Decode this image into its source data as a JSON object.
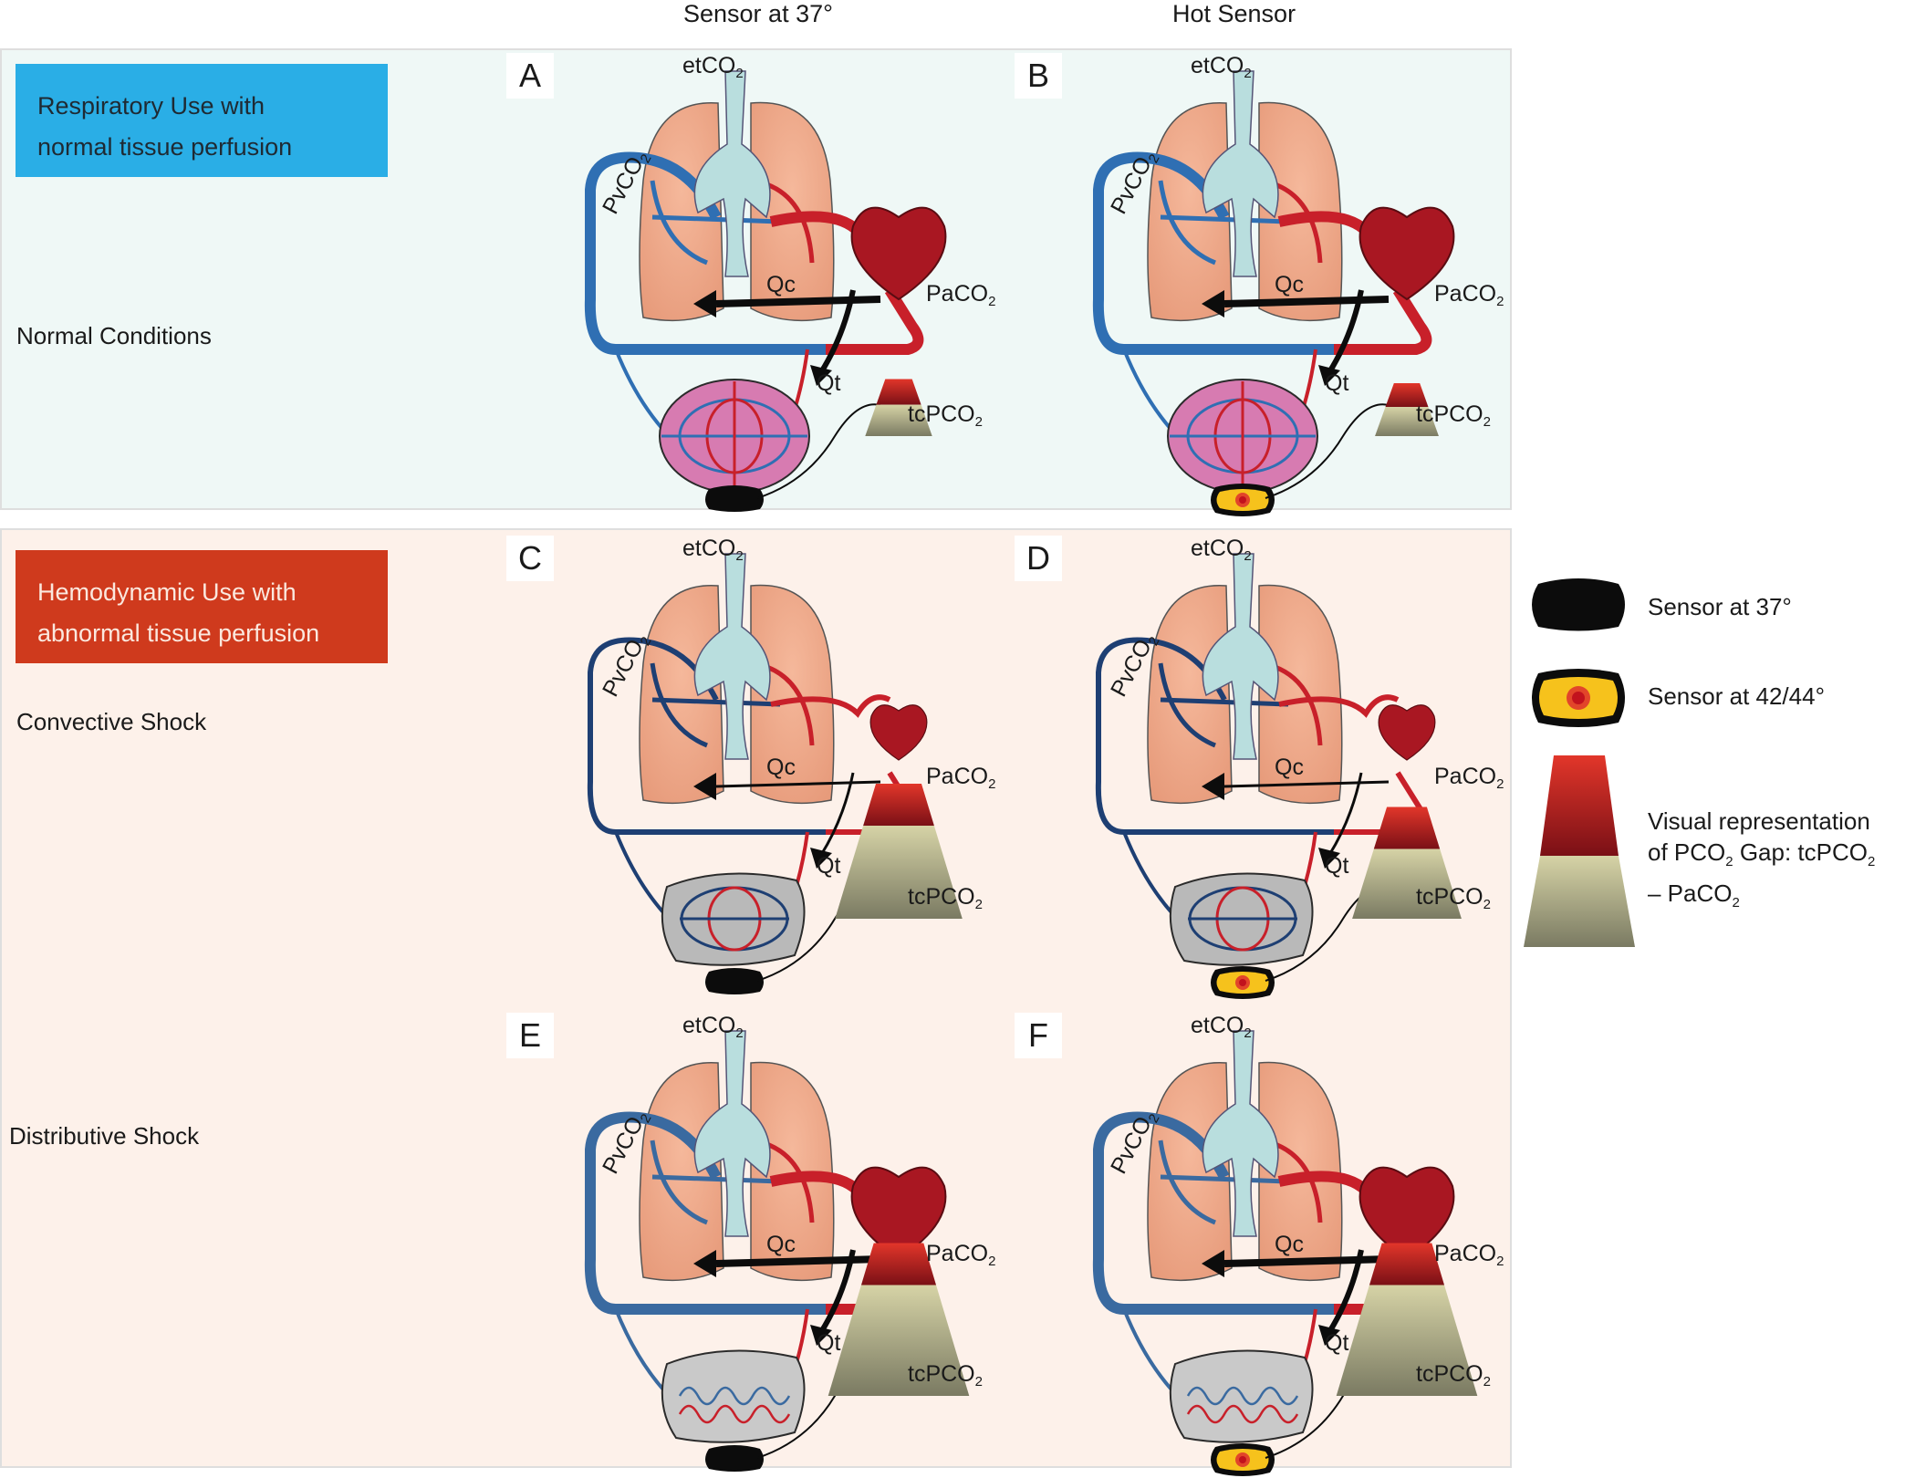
{
  "column_titles": {
    "left": "Sensor at 37°",
    "right": "Hot Sensor"
  },
  "sections": {
    "top": {
      "tag_line1": "Respiratory Use with",
      "tag_line2": "normal tissue perfusion",
      "row_label": "Normal Conditions"
    },
    "bottom": {
      "tag_line1": "Hemodynamic Use with",
      "tag_line2": "abnormal tissue perfusion",
      "row_label_1": "Convective Shock",
      "row_label_2": "Distributive Shock"
    }
  },
  "labels": {
    "et": "etCO",
    "pv": "PvCO",
    "pa": "PaCO",
    "tc": "tcPCO",
    "sub": "2",
    "qc": "Qc",
    "qt": "Qt"
  },
  "panels": [
    {
      "letter": "A",
      "sensor": "cold",
      "state": "normal",
      "gap": 0.15,
      "blood_color": "#2f6fb3"
    },
    {
      "letter": "B",
      "sensor": "hot",
      "state": "normal",
      "gap": 0.12,
      "blood_color": "#2f6fb3"
    },
    {
      "letter": "C",
      "sensor": "cold",
      "state": "convective",
      "gap": 0.72,
      "blood_color": "#1e3f73"
    },
    {
      "letter": "D",
      "sensor": "hot",
      "state": "convective",
      "gap": 0.55,
      "blood_color": "#1e3f73"
    },
    {
      "letter": "E",
      "sensor": "cold",
      "state": "distributive",
      "gap": 0.85,
      "blood_color": "#3a6aa0"
    },
    {
      "letter": "F",
      "sensor": "hot",
      "state": "distributive",
      "gap": 0.85,
      "blood_color": "#3a6aa0"
    }
  ],
  "legend": {
    "cold_sensor": "Sensor at 37°",
    "hot_sensor": "Sensor at 42/44°",
    "gap_line1": "Visual representation",
    "gap_line2a": "of PCO",
    "gap_line2b": " Gap: tcPCO",
    "gap_line3": "– PaCO",
    "sub": "2"
  },
  "colors": {
    "artery": "#c8202a",
    "lung": "#e79b7b",
    "airway": "#b9dede",
    "tissue_normal": "#d77bb1",
    "tissue_shock": "#b9b9b9"
  }
}
